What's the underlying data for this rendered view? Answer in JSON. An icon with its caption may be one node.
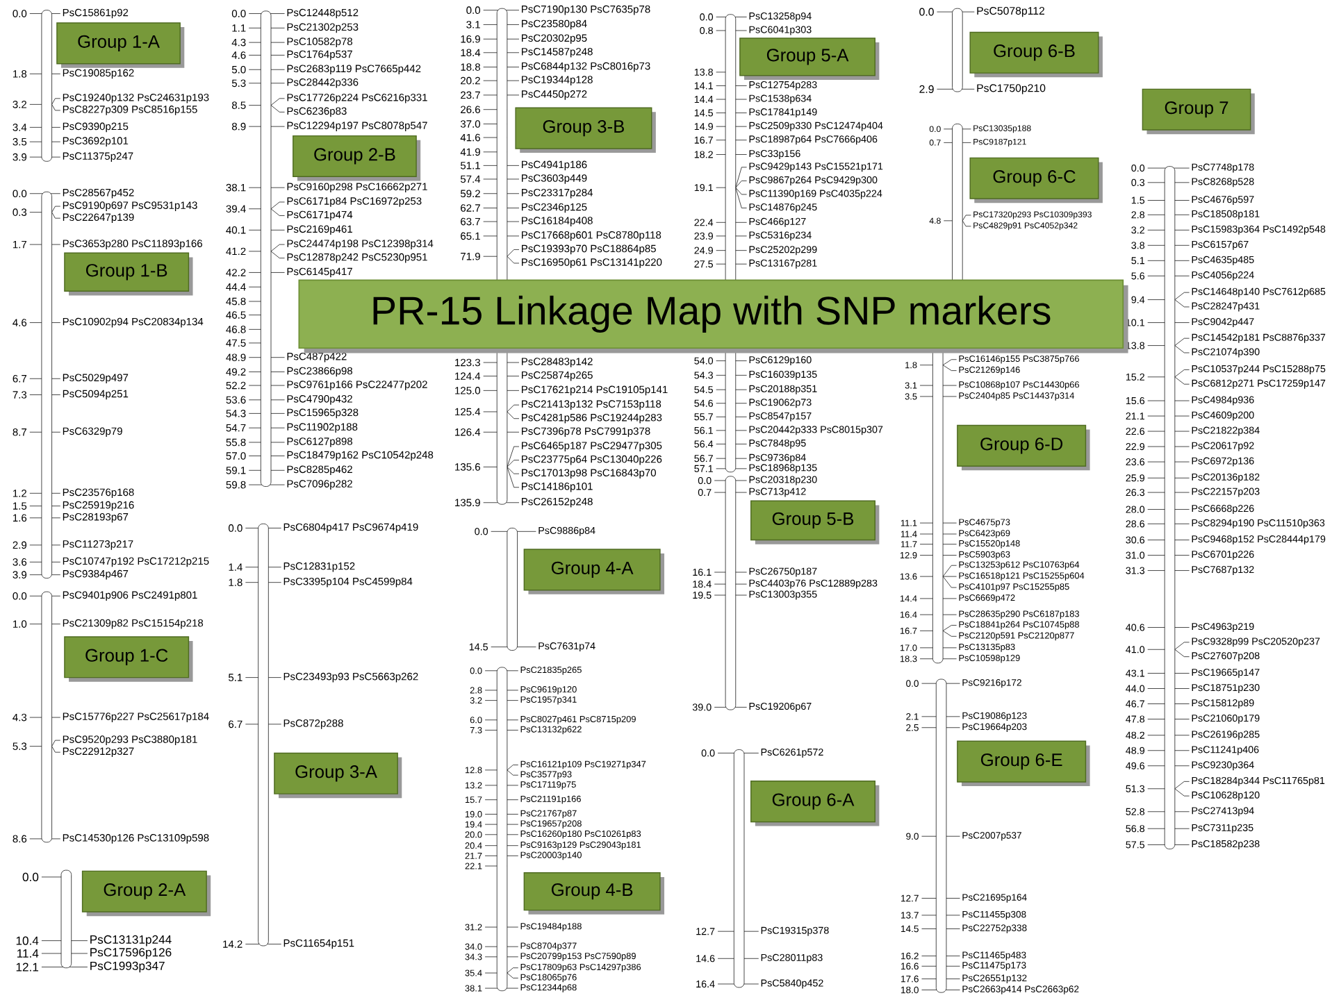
{
  "diagram": {
    "title": "PR-15 Linkage Map with SNP markers",
    "nodes": [
      {
        "text": [
          "Group 1-A"
        ]
      },
      {
        "text": [
          "Group 1-B"
        ]
      },
      {
        "text": [
          "Group 1-C"
        ]
      },
      {
        "text": [
          "Group 2-A"
        ]
      },
      {
        "text": [
          "Group 2-B"
        ]
      },
      {
        "text": [
          "Group 3-A"
        ]
      },
      {
        "text": [
          "Group 3-B"
        ]
      },
      {
        "text": [
          "Group 4-A"
        ]
      },
      {
        "text": [
          "Group 4-B"
        ]
      },
      {
        "text": [
          "Group 5-A"
        ]
      },
      {
        "text": [
          "Group 5-B"
        ]
      },
      {
        "text": [
          "Group 6-A"
        ]
      },
      {
        "text": [
          "Group 6-B"
        ]
      },
      {
        "text": [
          "Group 6-C"
        ]
      },
      {
        "text": [
          "Group 6-D"
        ]
      },
      {
        "text": [
          "Group 6-E"
        ]
      },
      {
        "text": [
          "Group 7"
        ]
      }
    ],
    "labels": [
      "0.0",
      "PsC15861p92",
      "1.8",
      "PsC19085p162",
      "3.2",
      "PsC19240p132 PsC24631p193",
      "PsC8227p309 PsC8516p155",
      "3.4",
      "PsC9390p215",
      "3.5",
      "PsC3692p101",
      "3.9",
      "PsC11375p247",
      "0.0",
      "PsC28567p452",
      "0.3",
      "PsC9190p697 PsC9531p143",
      "PsC22647p139",
      "1.7",
      "PsC3653p280 PsC11893p166",
      "4.6",
      "PsC10902p94 PsC20834p134",
      "6.7",
      "PsC5029p497",
      "7.3",
      "PsC5094p251",
      "8.7",
      "PsC6329p79",
      "1.2",
      "PsC23576p168",
      "1.5",
      "PsC25919p216",
      "1.6",
      "PsC28193p67",
      "2.9",
      "PsC11273p217",
      "3.6",
      "PsC10747p192 PsC17212p215",
      "3.9",
      "PsC9384p467",
      "0.0",
      "PsC9401p906 PsC2491p801",
      "1.0",
      "PsC21309p82 PsC15154p218",
      "4.3",
      "PsC15776p227 PsC25617p184",
      "5.3",
      "PsC9520p293 PsC3880p181",
      "PsC22912p327",
      "8.6",
      "PsC14530p126 PsC13109p598",
      "0.0",
      "10.4",
      "PsC13131p244",
      "11.4",
      "PsC17596p126",
      "12.1",
      "PsC1993p347",
      "0.0",
      "PsC12448p512",
      "1.1",
      "PsC21302p253",
      "4.3",
      "PsC10582p78",
      "4.6",
      "PsC1764p537",
      "5.0",
      "PsC2683p119 PsC7665p442",
      "5.3",
      "PsC28442p336",
      "8.5",
      "PsC17726p224 PsC6216p331",
      "PsC6236p83",
      "8.9",
      "PsC12294p197 PsC8078p547",
      "38.1",
      "PsC9160p298 PsC16662p271",
      "39.4",
      "PsC6171p84 PsC16972p253",
      "PsC6171p474",
      "40.1",
      "PsC2169p461",
      "41.2",
      "PsC24474p198 PsC12398p314",
      "PsC12878p242 PsC5230p951",
      "42.2",
      "PsC6145p417",
      "44.4",
      "45.8",
      "46.5",
      "46.8",
      "47.5",
      "48.9",
      "PsC487p422",
      "49.2",
      "PsC23866p98",
      "52.2",
      "PsC9761p166 PsC22477p202",
      "53.6",
      "PsC4790p432",
      "54.3",
      "PsC15965p328",
      "54.7",
      "PsC11902p188",
      "55.8",
      "PsC6127p898",
      "57.0",
      "PsC18479p162 PsC10542p248",
      "59.1",
      "PsC8285p462",
      "59.8",
      "PsC7096p282",
      "0.0",
      "PsC6804p417 PsC9674p419",
      "1.4",
      "PsC12831p152",
      "1.8",
      "PsC3395p104 PsC4599p84",
      "5.1",
      "PsC23493p93 PsC5663p262",
      "6.7",
      "PsC872p288",
      "14.2",
      "PsC11654p151",
      "0.0",
      "PsC7190p130 PsC7635p78",
      "3.1",
      "PsC23580p84",
      "16.9",
      "PsC20302p95",
      "18.4",
      "PsC14587p248",
      "18.8",
      "PsC6844p132 PsC8016p73",
      "20.2",
      "PsC19344p128",
      "23.7",
      "PsC4450p272",
      "26.6",
      "37.0",
      "41.6",
      "41.9",
      "51.1",
      "PsC4941p186",
      "57.4",
      "PsC3603p449",
      "59.2",
      "PsC23317p284",
      "62.7",
      "PsC2346p125",
      "63.7",
      "PsC16184p408",
      "65.1",
      "PsC17668p601 PsC8780p118",
      "71.9",
      "PsC19393p70 PsC18864p85",
      "PsC16950p61 PsC13141p220",
      "123.3",
      "PsC28483p142",
      "124.4",
      "PsC25874p265",
      "125.0",
      "PsC17621p214 PsC19105p141",
      "125.4",
      "PsC21413p132 PsC7153p118",
      "PsC4281p586 PsC19244p283",
      "126.4",
      "PsC7396p78 PsC7991p378",
      "135.6",
      "PsC6465p187 PsC29477p305",
      "PsC23775p64 PsC13040p226",
      "PsC17013p98 PsC16843p70",
      "PsC14186p101",
      "135.9",
      "PsC26152p248",
      "0.0",
      "PsC9886p84",
      "14.5",
      "PsC7631p74",
      "0.0",
      "PsC21835p265",
      "2.8",
      "PsC9619p120",
      "3.2",
      "PsC1957p341",
      "6.0",
      "PsC8027p461 PsC8715p209",
      "7.3",
      "PsC13132p622",
      "12.8",
      "PsC16121p109 PsC19271p347",
      "PsC3577p93",
      "13.2",
      "PsC17119p75",
      "15.7",
      "PsC21191p166",
      "19.0",
      "PsC21767p87",
      "19.4",
      "PsC19657p208",
      "20.0",
      "PsC16260p180 PsC10261p83",
      "20.4",
      "PsC9163p129 PsC29043p181",
      "21.7",
      "PsC20003p140",
      "22.1",
      "31.2",
      "PsC19484p188",
      "34.0",
      "PsC8704p377",
      "34.3",
      "PsC20799p153 PsC7590p89",
      "35.4",
      "PsC17809p63 PsC14297p386",
      "PsC18065p76",
      "38.1",
      "PsC12344p68",
      "0.0",
      "PsC13258p94",
      "0.8",
      "PsC6041p303",
      "13.8",
      "14.1",
      "PsC12754p283",
      "14.4",
      "PsC1538p634",
      "14.5",
      "PsC17841p149",
      "14.9",
      "PsC2509p330 PsC12474p404",
      "16.7",
      "PsC18987p64 PsC7666p406",
      "18.2",
      "PsC33p156",
      "19.1",
      "PsC9429p143 PsC15521p171",
      "PsC9867p264 PsC9429p300",
      "PsC11390p169 PsC4035p224",
      "PsC14876p245",
      "22.4",
      "PsC466p127",
      "23.9",
      "PsC5316p234",
      "24.9",
      "PsC25202p299",
      "27.5",
      "PsC13167p281",
      "54.0",
      "PsC6129p160",
      "54.3",
      "PsC16039p135",
      "54.5",
      "PsC20188p351",
      "54.6",
      "PsC19062p73",
      "55.7",
      "PsC8547p157",
      "56.1",
      "PsC20442p333 PsC8015p307",
      "56.4",
      "PsC7848p95",
      "56.7",
      "PsC9736p84",
      "57.1",
      "PsC18968p135",
      "0.0",
      "PsC20318p230",
      "0.7",
      "PsC713p412",
      "16.1",
      "PsC26750p187",
      "18.4",
      "PsC4403p76 PsC12889p283",
      "19.5",
      "PsC13003p355",
      "39.0",
      "PsC19206p67",
      "0.0",
      "PsC6261p572",
      "12.7",
      "PsC19315p378",
      "14.6",
      "PsC28011p83",
      "16.4",
      "PsC5840p452",
      "0.0",
      "PsC5078p112",
      "2.9",
      "PsC1750p210",
      "0.0",
      "PsC13035p188",
      "0.7",
      "PsC9187p121",
      "4.8",
      "PsC17320p293 PsC10309p393",
      "PsC4829p91 PsC4052p342",
      "1.8",
      "PsC16146p155 PsC3875p766",
      "PsC21269p146",
      "3.1",
      "PsC10868p107 PsC14430p66",
      "3.5",
      "PsC2404p85 PsC14437p314",
      "11.1",
      "PsC4675p73",
      "11.4",
      "PsC6423p69",
      "11.7",
      "PsC15520p148",
      "12.9",
      "PsC5903p63",
      "13.6",
      "PsC13253p612 PsC10763p64",
      "PsC16518p121 PsC15255p604",
      "PsC4101p97 PsC15255p85",
      "14.4",
      "PsC6669p472",
      "16.4",
      "PsC28635p290 PsC6187p183",
      "16.7",
      "PsC18841p264 PsC10745p88",
      "PsC2120p591 PsC2120p877",
      "17.0",
      "PsC13135p83",
      "18.3",
      "PsC10598p129",
      "0.0",
      "PsC9216p172",
      "2.1",
      "PsC19086p123",
      "2.5",
      "PsC19664p203",
      "9.0",
      "PsC2007p537",
      "12.7",
      "PsC21695p164",
      "13.7",
      "PsC11455p308",
      "14.5",
      "PsC22752p338",
      "16.2",
      "PsC11465p483",
      "16.6",
      "PsC11475p173",
      "17.6",
      "PsC26551p132",
      "18.0",
      "PsC2663p414 PsC2663p62",
      "0.0",
      "PsC7748p178",
      "0.3",
      "PsC8268p528",
      "1.5",
      "PsC4676p597",
      "2.8",
      "PsC18508p181",
      "3.2",
      "PsC15983p364 PsC1492p548",
      "3.8",
      "PsC6157p67",
      "5.1",
      "PsC4635p485",
      "5.6",
      "PsC4056p224",
      "9.4",
      "PsC14648p140 PsC7612p685",
      "PsC28247p431",
      "10.1",
      "PsC9042p447",
      "13.8",
      "PsC14542p181 PsC8876p337",
      "PsC21074p390",
      "15.2",
      "PsC10537p244 PsC15288p75",
      "PsC6812p271 PsC17259p147",
      "15.6",
      "PsC4984p936",
      "21.1",
      "PsC4609p200",
      "22.6",
      "PsC21822p384",
      "22.9",
      "PsC20617p92",
      "23.6",
      "PsC6972p136",
      "25.9",
      "PsC20136p182",
      "26.3",
      "PsC22157p203",
      "28.0",
      "PsC6668p226",
      "28.6",
      "PsC8294p190 PsC11510p363",
      "30.6",
      "PsC9468p152 PsC28444p179",
      "31.0",
      "PsC6701p226",
      "31.3",
      "PsC7687p132",
      "40.6",
      "PsC4963p219",
      "41.0",
      "PsC9328p99 PsC20520p237",
      "PsC27607p208",
      "43.1",
      "PsC19665p147",
      "44.0",
      "PsC18751p230",
      "46.7",
      "PsC15812p89",
      "47.8",
      "PsC21060p179",
      "48.2",
      "PsC26196p285",
      "48.9",
      "PsC11241p406",
      "49.6",
      "PsC9230p364",
      "51.3",
      "PsC18284p344 PsC11765p81",
      "PsC10628p120",
      "52.8",
      "PsC27413p94",
      "56.8",
      "PsC7311p235",
      "57.5",
      "PsC18582p238"
    ]
  }
}
